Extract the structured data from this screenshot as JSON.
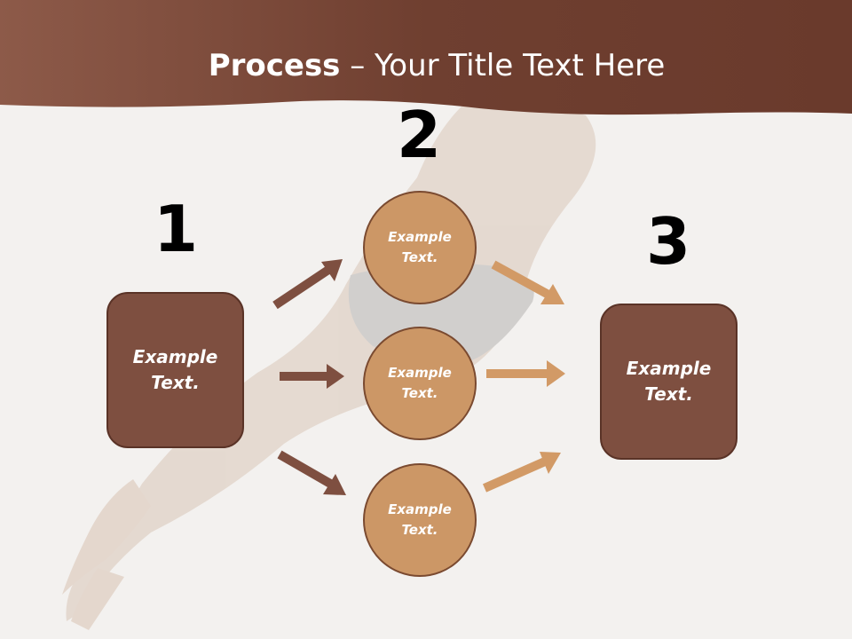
{
  "title": {
    "bold": "Process",
    "rest": " – Your Title Text Here"
  },
  "steps": {
    "one": "1",
    "two": "2",
    "three": "3"
  },
  "boxes": {
    "left": "Example\nText.",
    "right": "Example\nText."
  },
  "circles": {
    "top": "Example\nText.",
    "middle": "Example\nText.",
    "bottom": "Example\nText."
  },
  "colors": {
    "header_brown": "#7c4b3c",
    "box_fill": "#7e4f40",
    "circle_fill": "#cc9766",
    "arrow_dark": "#7e4f40",
    "arrow_light": "#d29a66"
  }
}
